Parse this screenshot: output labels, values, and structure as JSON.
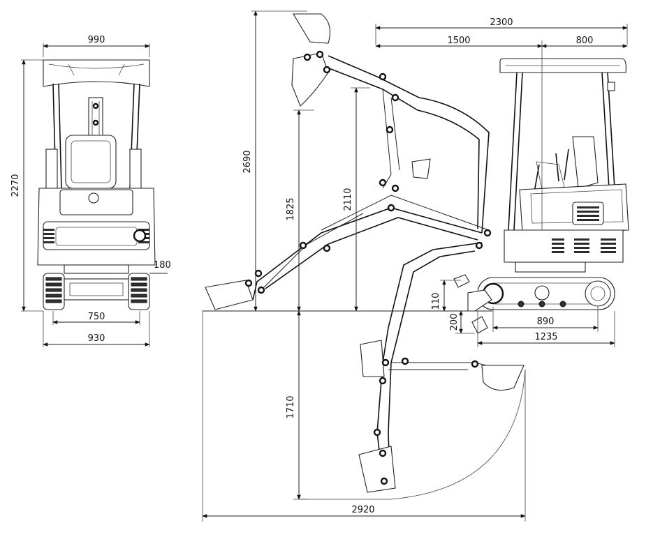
{
  "dimensions": {
    "front_top_width": "990",
    "front_total_height": "2270",
    "front_ground_clearance": "180",
    "front_track_gauge": "750",
    "front_total_width": "930",
    "side_total_length": "2300",
    "side_boom_offset": "1500",
    "side_tail_length": "800",
    "max_dig_height": "2690",
    "max_dump_height_a": "1825",
    "max_dump_height_b": "2110",
    "blade_lift_height": "110",
    "blade_dig_depth": "200",
    "tumbler_distance": "890",
    "track_length": "1235",
    "max_dig_depth": "1710",
    "max_dig_reach": "2920"
  }
}
